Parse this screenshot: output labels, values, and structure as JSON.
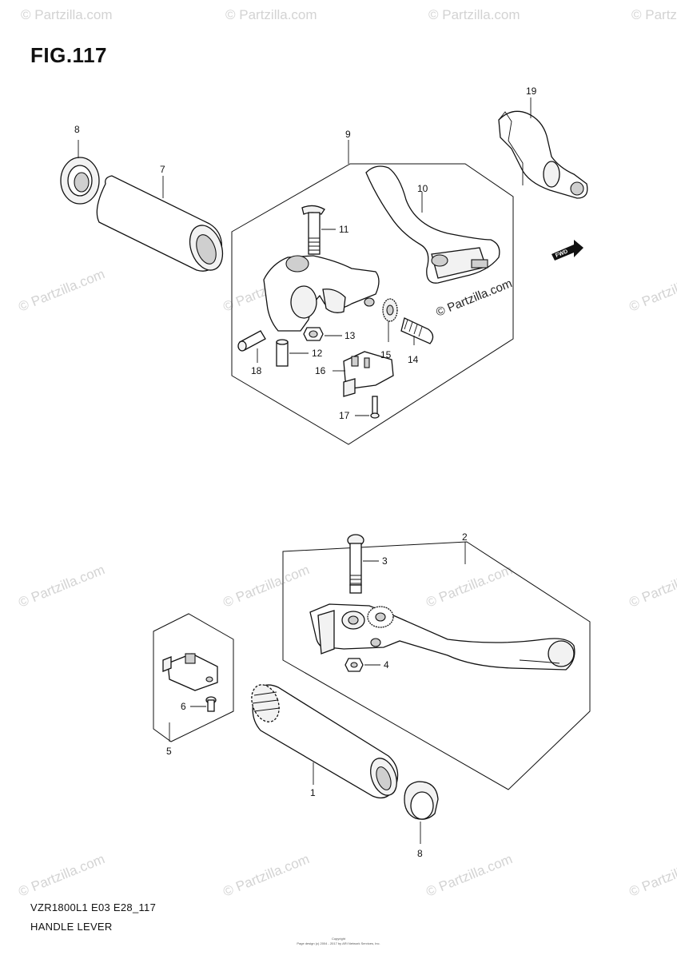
{
  "figure": {
    "title": "FIG.117",
    "code": "VZR1800L1 E03 E28_117",
    "name": "HANDLE LEVER",
    "copyright_heading": "Copyright",
    "copyright_text": "Page design (c) 2004 - 2017 by ARI Network Services, Inc."
  },
  "watermark": {
    "text": "© Partzilla.com",
    "dark_text": "© Partzilla.com",
    "fwd_label": "FWD"
  },
  "callouts": {
    "c1": "1",
    "c2": "2",
    "c3": "3",
    "c4": "4",
    "c5": "5",
    "c6": "6",
    "c7": "7",
    "c8a": "8",
    "c8b": "8",
    "c9": "9",
    "c10": "10",
    "c11": "11",
    "c12": "12",
    "c13": "13",
    "c14": "14",
    "c15": "15",
    "c16": "16",
    "c17": "17",
    "c18": "18",
    "c19": "19"
  }
}
